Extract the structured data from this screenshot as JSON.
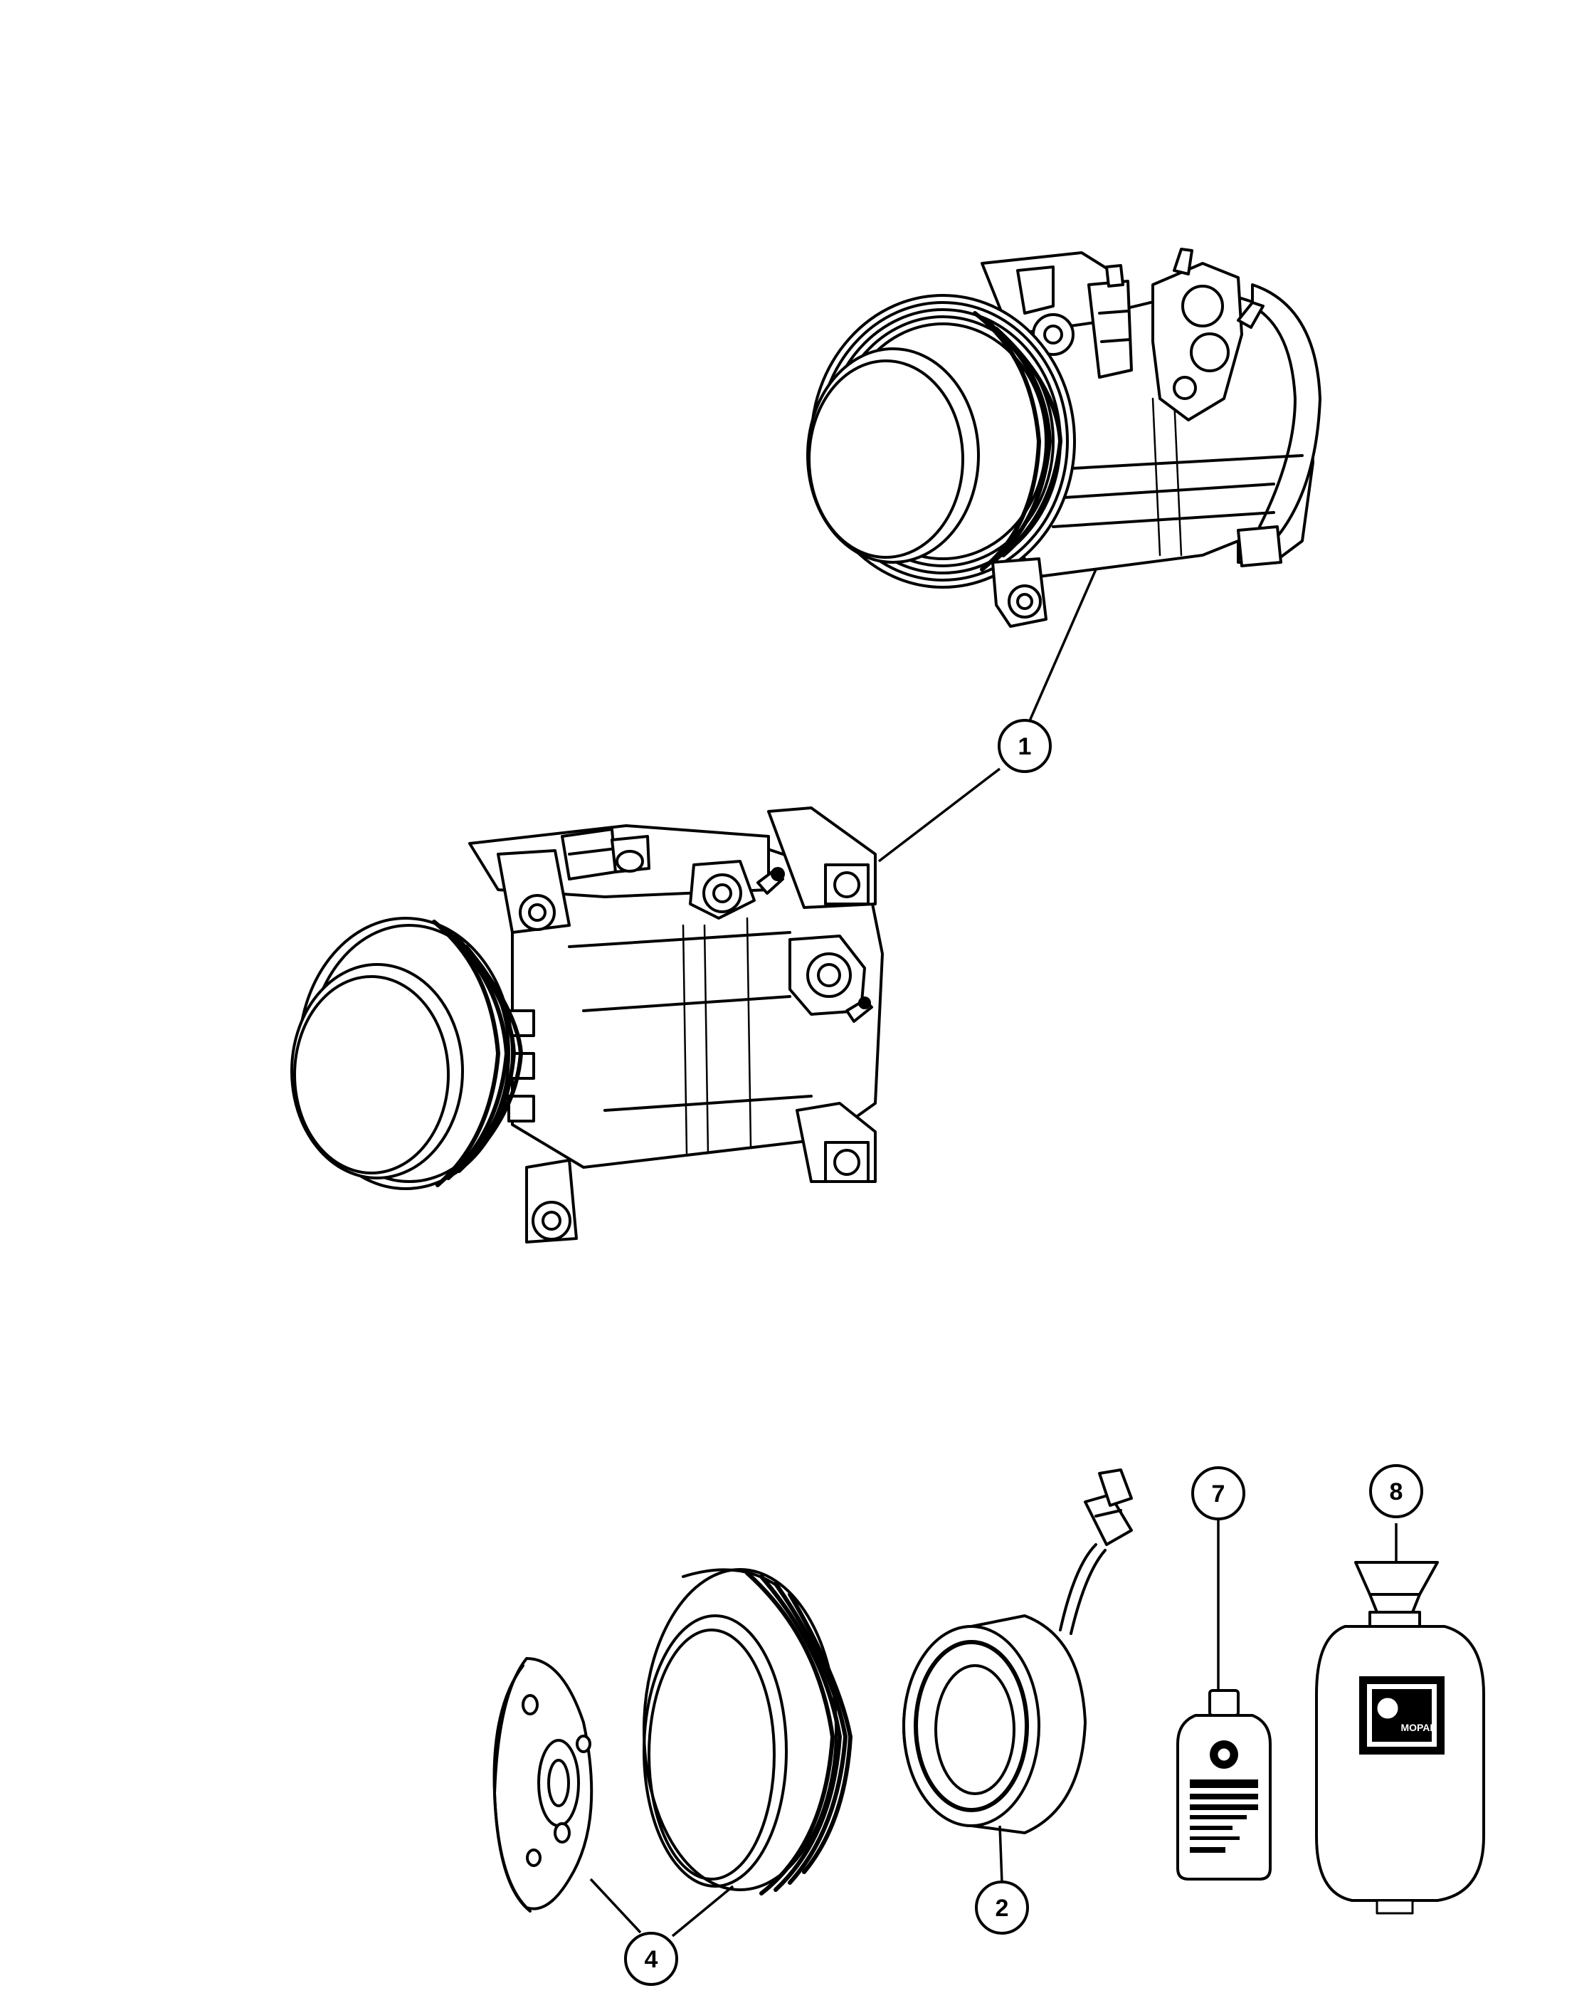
{
  "callouts": [
    {
      "id": "1",
      "label": "1"
    },
    {
      "id": "2",
      "label": "2"
    },
    {
      "id": "4",
      "label": "4"
    },
    {
      "id": "7",
      "label": "7"
    },
    {
      "id": "8",
      "label": "8"
    }
  ],
  "logo_text": "MOPAR"
}
